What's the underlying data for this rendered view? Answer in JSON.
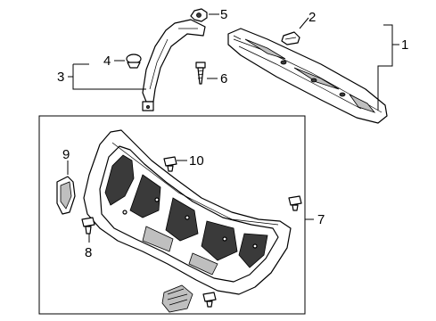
{
  "callouts": {
    "c1": "1",
    "c2": "2",
    "c3": "3",
    "c4": "4",
    "c5": "5",
    "c6": "6",
    "c7": "7",
    "c8": "8",
    "c9": "9",
    "c10": "10"
  },
  "parts": [
    {
      "number": "1",
      "depicts": "rear package tray trim panel"
    },
    {
      "number": "2",
      "depicts": "push clip"
    },
    {
      "number": "3",
      "depicts": "pillar trim assembly"
    },
    {
      "number": "4",
      "depicts": "push clip"
    },
    {
      "number": "5",
      "depicts": "nut"
    },
    {
      "number": "6",
      "depicts": "screw"
    },
    {
      "number": "7",
      "depicts": "trunk lid trim panel"
    },
    {
      "number": "8",
      "depicts": "push clip"
    },
    {
      "number": "9",
      "depicts": "handle"
    },
    {
      "number": "10",
      "depicts": "push clip"
    }
  ]
}
